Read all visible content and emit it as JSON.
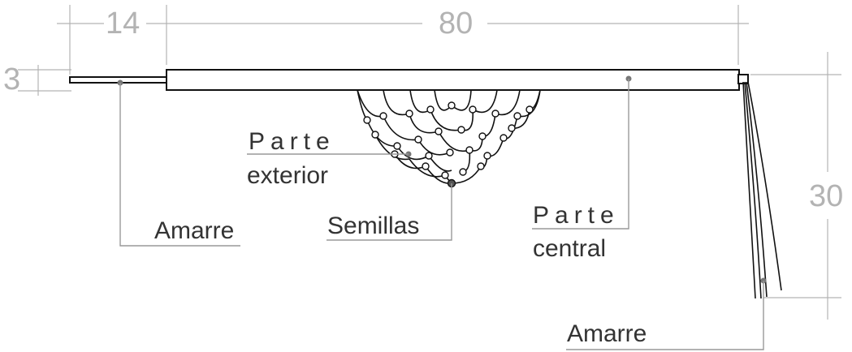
{
  "dimensions": {
    "handle_length": "14",
    "rod_length": "80",
    "rod_thickness": "3",
    "tail_length": "30"
  },
  "labels": {
    "tie_left": "Amarre",
    "outer_part_line1": "Parte",
    "outer_part_line2": "exterior",
    "seeds": "Semillas",
    "central_part_line1": "Parte",
    "central_part_line2": "central",
    "tie_right": "Amarre"
  },
  "colors": {
    "dimension": "#b3b3b3",
    "label": "#333333",
    "object": "#111111",
    "leader": "#999999"
  }
}
